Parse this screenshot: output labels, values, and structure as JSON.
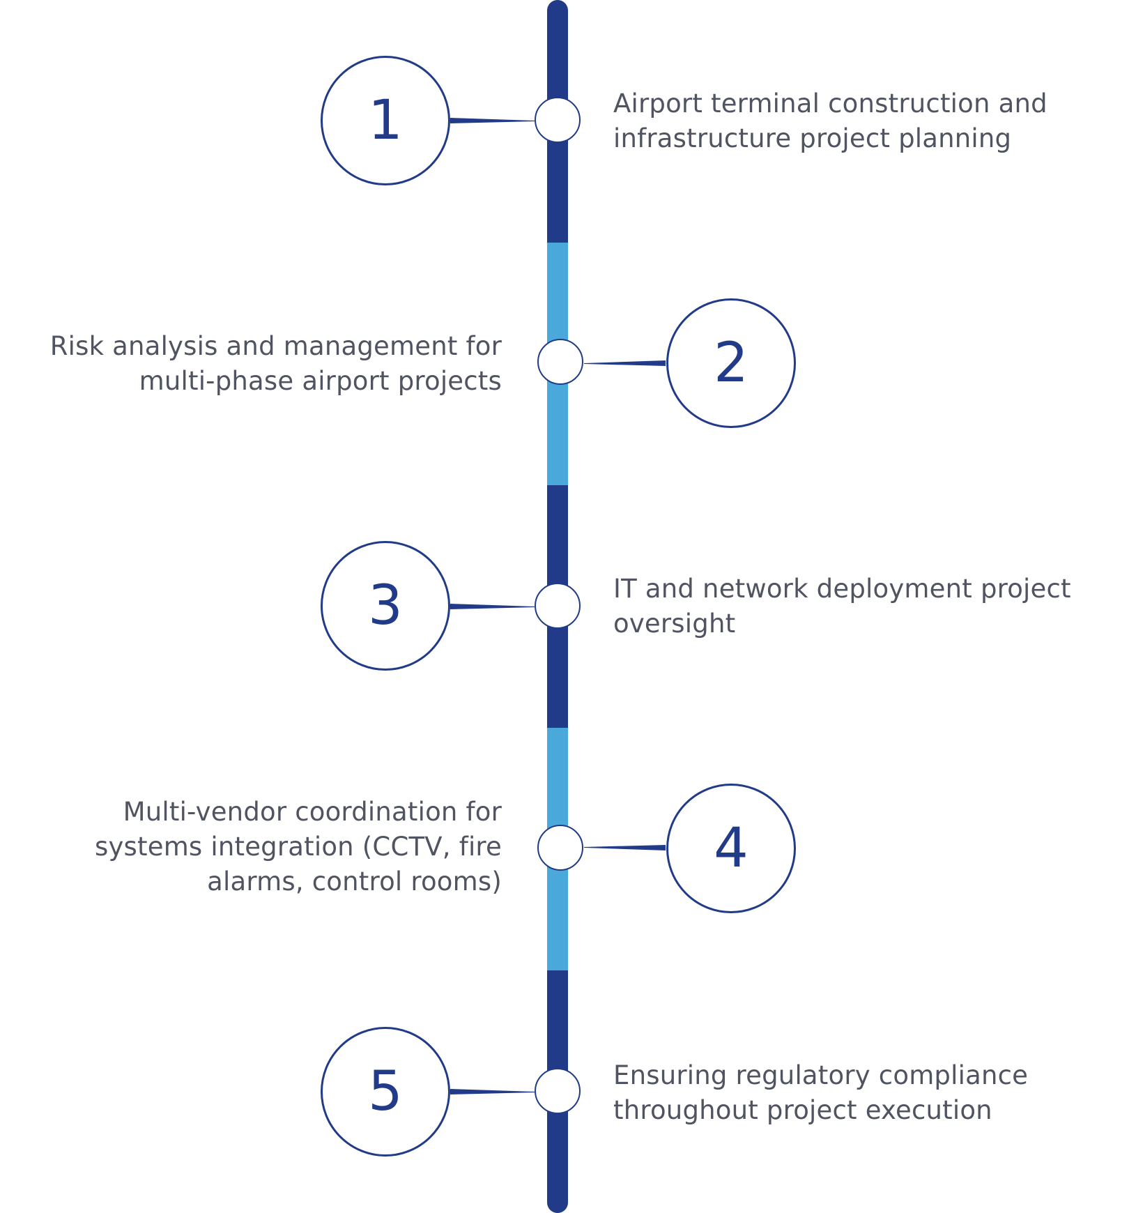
{
  "colors": {
    "dark_segment": "#213B89",
    "light_segment": "#4BA8DB",
    "text": "#505461"
  },
  "steps": [
    {
      "number": "1",
      "side": "right",
      "lines": [
        "Airport terminal construction and",
        "infrastructure project planning"
      ]
    },
    {
      "number": "2",
      "side": "left",
      "lines": [
        "Risk analysis and management for",
        "multi-phase airport projects"
      ]
    },
    {
      "number": "3",
      "side": "right",
      "lines": [
        "IT and network deployment project",
        "oversight"
      ]
    },
    {
      "number": "4",
      "side": "left",
      "lines": [
        "Multi-vendor coordination for",
        "systems integration (CCTV, fire",
        "alarms, control rooms)"
      ]
    },
    {
      "number": "5",
      "side": "right",
      "lines": [
        "Ensuring regulatory compliance",
        "throughout project execution"
      ]
    }
  ]
}
